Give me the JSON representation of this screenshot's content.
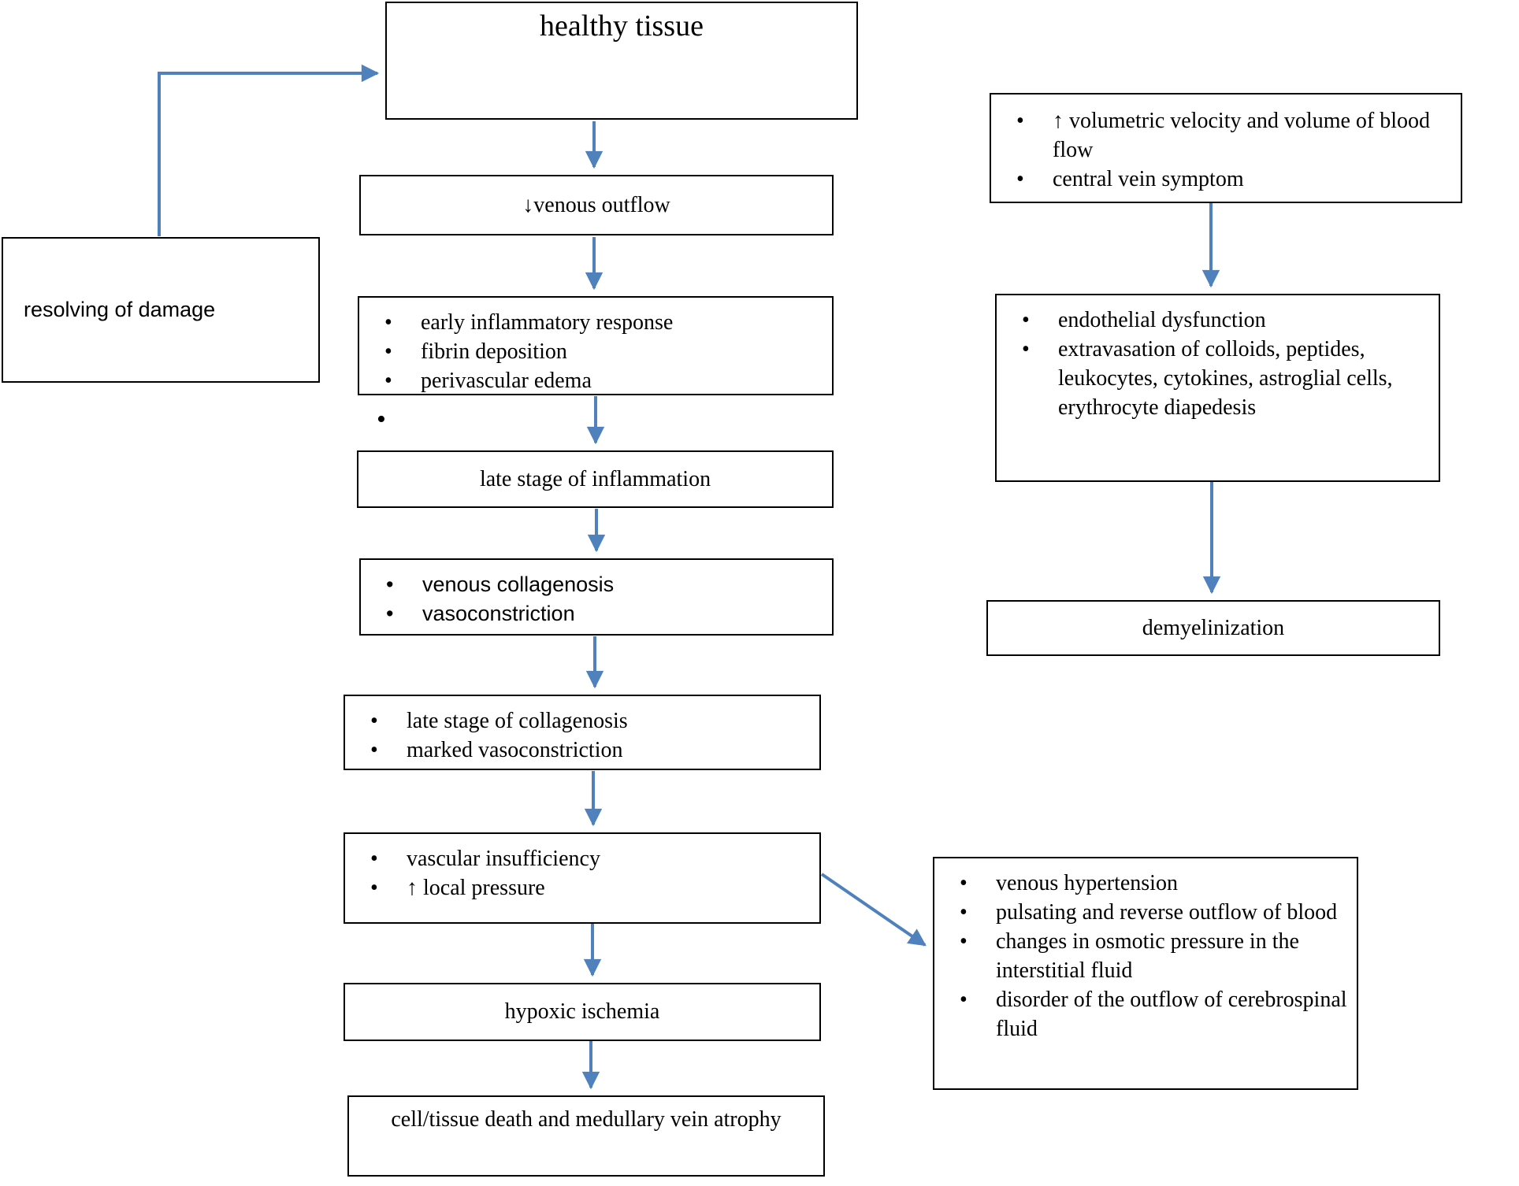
{
  "palette": {
    "accent": "#4f81bd",
    "border": "#000000",
    "background": "#ffffff",
    "text": "#000000"
  },
  "flowchart": {
    "healthy_tissue": {
      "label": "healthy tissue"
    },
    "resolving_of_damage": {
      "label": "resolving of damage"
    },
    "venous_outflow": {
      "label": "↓venous outflow"
    },
    "early_inflammation": {
      "items": [
        "early inflammatory response",
        "fibrin deposition",
        "perivascular edema"
      ]
    },
    "stray_bullet": {
      "label": "•"
    },
    "late_inflammation": {
      "label": "late stage of inflammation"
    },
    "collagenosis": {
      "items": [
        "venous collagenosis",
        "vasoconstriction"
      ]
    },
    "late_collagenosis": {
      "items": [
        "late stage of collagenosis",
        "marked vasoconstriction"
      ]
    },
    "vascular_insufficiency": {
      "items": [
        "vascular insufficiency",
        "↑ local pressure"
      ]
    },
    "hypoxic_ischemia": {
      "label": "hypoxic ischemia"
    },
    "cell_death": {
      "label": "cell/tissue death and medullary vein atrophy"
    },
    "blood_flow_increase": {
      "items": [
        "↑ volumetric velocity and volume of blood flow",
        "central vein symptom"
      ]
    },
    "endothelial_dysfunction": {
      "items": [
        "endothelial dysfunction",
        "extravasation of colloids, peptides, leukocytes, cytokines, astroglial cells, erythrocyte diapedesis"
      ]
    },
    "demyelinization": {
      "label": "demyelinization"
    },
    "venous_hypertension": {
      "items": [
        "venous hypertension",
        "pulsating and reverse outflow of blood",
        "changes in osmotic pressure in the interstitial fluid",
        "disorder of the outflow of cerebrospinal fluid"
      ]
    }
  }
}
